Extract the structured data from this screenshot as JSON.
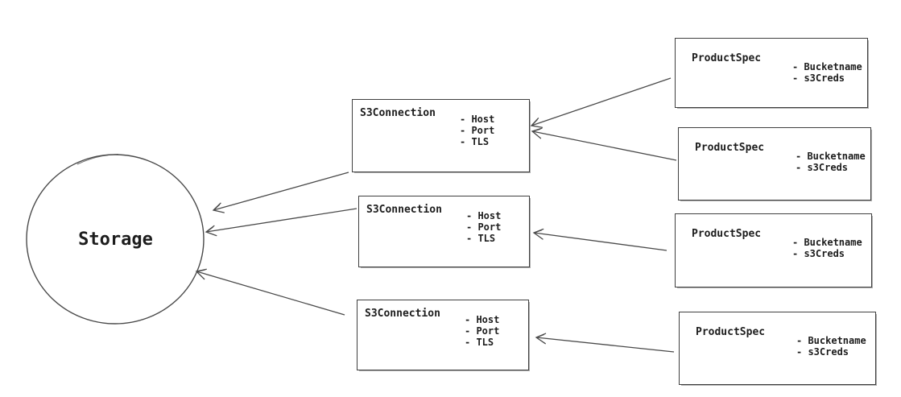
{
  "diagram": {
    "style": "hand-drawn-sketch",
    "colors": {
      "stroke": "#4a4a4a",
      "border": "#3f3f3f",
      "text": "#1d1d1d",
      "bg": "#ffffff"
    },
    "storage": {
      "label": "Storage"
    },
    "s3_connections": [
      {
        "title": "S3Connection",
        "attributes": [
          "- Host",
          "- Port",
          "- TLS"
        ]
      },
      {
        "title": "S3Connection",
        "attributes": [
          "- Host",
          "- Port",
          "- TLS"
        ]
      },
      {
        "title": "S3Connection",
        "attributes": [
          "- Host",
          "- Port",
          "- TLS"
        ]
      }
    ],
    "product_specs": [
      {
        "title": "ProductSpec",
        "attributes": [
          "- Bucketname",
          "- s3Creds"
        ]
      },
      {
        "title": "ProductSpec",
        "attributes": [
          "- Bucketname",
          "- s3Creds"
        ]
      },
      {
        "title": "ProductSpec",
        "attributes": [
          "- Bucketname",
          "- s3Creds"
        ]
      },
      {
        "title": "ProductSpec",
        "attributes": [
          "- Bucketname",
          "- s3Creds"
        ]
      }
    ],
    "relations": [
      {
        "from": "ProductSpec-1",
        "to": "S3Connection-1"
      },
      {
        "from": "ProductSpec-2",
        "to": "S3Connection-1"
      },
      {
        "from": "ProductSpec-3",
        "to": "S3Connection-2"
      },
      {
        "from": "ProductSpec-4",
        "to": "S3Connection-3"
      },
      {
        "from": "S3Connection-1",
        "to": "Storage"
      },
      {
        "from": "S3Connection-2",
        "to": "Storage"
      },
      {
        "from": "S3Connection-3",
        "to": "Storage"
      }
    ]
  }
}
